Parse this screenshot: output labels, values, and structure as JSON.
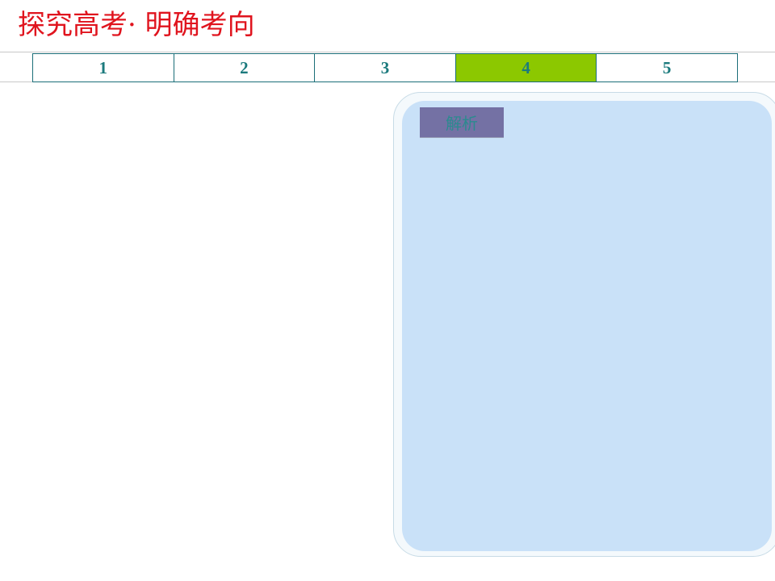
{
  "header": {
    "title": "探究高考· 明确考向"
  },
  "tabs": {
    "items": [
      {
        "label": "1"
      },
      {
        "label": "2"
      },
      {
        "label": "3"
      },
      {
        "label": "4"
      },
      {
        "label": "5"
      }
    ],
    "active_index": 3
  },
  "panel": {
    "analysis_label": "解析"
  },
  "colors": {
    "title": "#e0141e",
    "tab_text": "#1b7a7d",
    "tab_active_bg": "#8cc800",
    "panel_bg": "#c9e1f8",
    "analysis_button_bg": "#7471a4"
  }
}
